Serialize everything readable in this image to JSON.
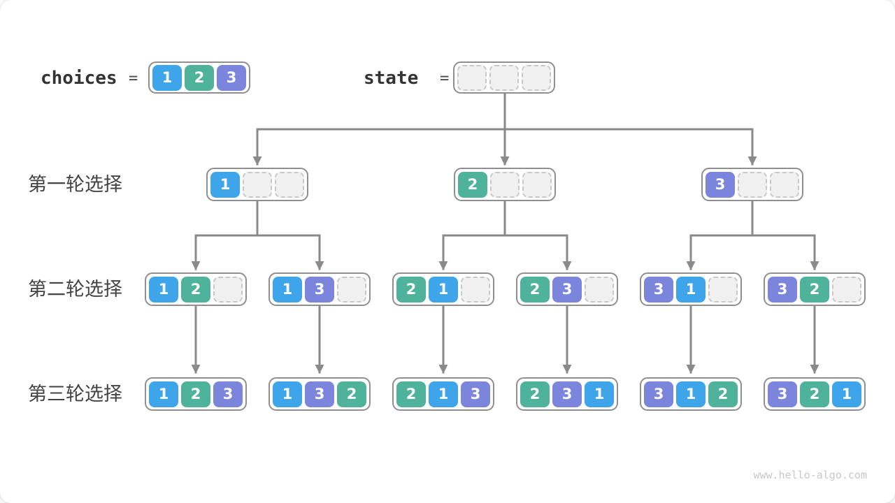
{
  "palette": {
    "1": "#3ea5ea",
    "2": "#4fb39b",
    "3": "#7b85dc",
    "empty_fill": "#f1f1f1",
    "empty_border": "#c8c8c8",
    "container_border": "#8f8f8f",
    "arrow": "#8a8a8a",
    "label_text": "#434343"
  },
  "header": {
    "choices_label": "choices",
    "choices_equals": "=",
    "choices_cells": [
      "1",
      "2",
      "3"
    ],
    "state_label": "state",
    "state_equals": "=",
    "state_cells": [
      "",
      "",
      ""
    ]
  },
  "rows": [
    {
      "label": "第一轮选择",
      "nodes": [
        [
          "1",
          "",
          ""
        ],
        [
          "2",
          "",
          ""
        ],
        [
          "3",
          "",
          ""
        ]
      ]
    },
    {
      "label": "第二轮选择",
      "nodes": [
        [
          "1",
          "2",
          ""
        ],
        [
          "1",
          "3",
          ""
        ],
        [
          "2",
          "1",
          ""
        ],
        [
          "2",
          "3",
          ""
        ],
        [
          "3",
          "1",
          ""
        ],
        [
          "3",
          "2",
          ""
        ]
      ]
    },
    {
      "label": "第三轮选择",
      "nodes": [
        [
          "1",
          "2",
          "3"
        ],
        [
          "1",
          "3",
          "2"
        ],
        [
          "2",
          "1",
          "3"
        ],
        [
          "2",
          "3",
          "1"
        ],
        [
          "3",
          "1",
          "2"
        ],
        [
          "3",
          "2",
          "1"
        ]
      ]
    }
  ],
  "footer": {
    "watermark": "www.hello-algo.com"
  }
}
